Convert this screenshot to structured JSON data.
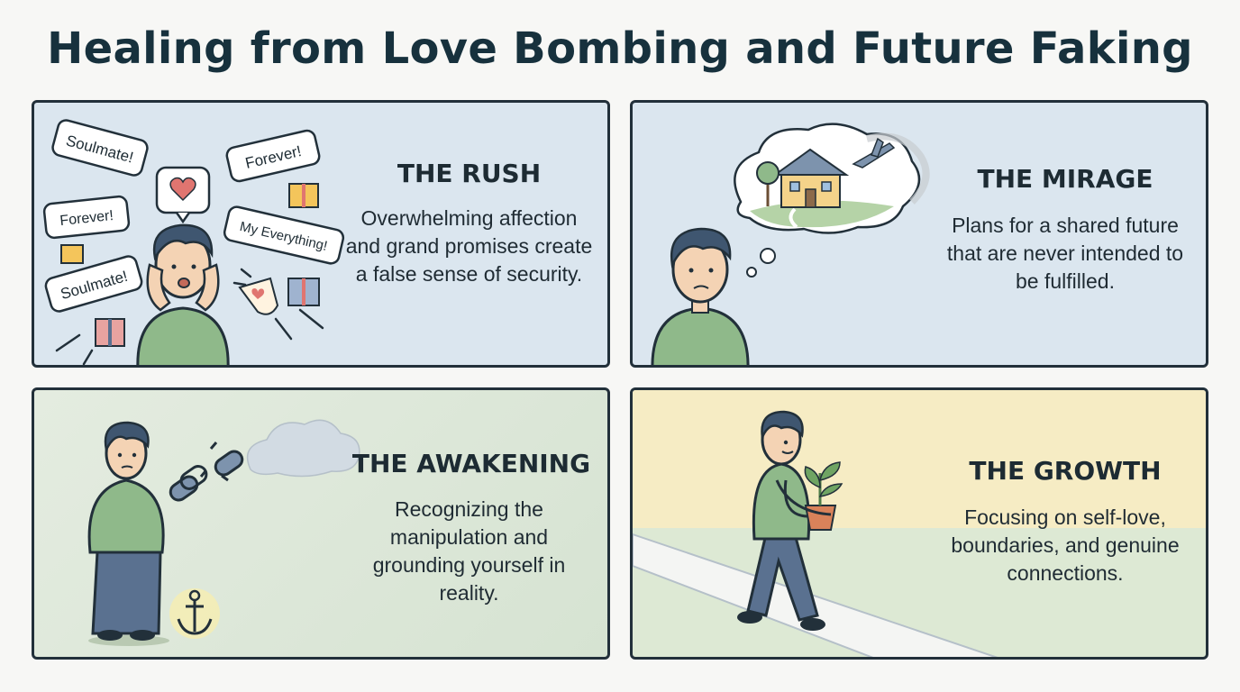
{
  "title": "Healing from Love Bombing and Future Faking",
  "panels": [
    {
      "heading": "THE RUSH",
      "body": "Overwhelming affection and grand promises create a false sense of security.",
      "bubbles": [
        "Soulmate!",
        "Forever!",
        "Forever!",
        "My Everything!",
        "Soulmate!"
      ]
    },
    {
      "heading": "THE MIRAGE",
      "body": "Plans for a shared future that are never intended to be fulfilled."
    },
    {
      "heading": "THE AWAKENING",
      "body": "Recognizing the manipulation and grounding yourself in reality."
    },
    {
      "heading": "THE GROWTH",
      "body": "Focusing on self-love, boundaries, and genuine connections."
    }
  ],
  "colors": {
    "panel_blue": "#dbe6ef",
    "panel_green": "#dde9d4",
    "panel_yellow": "#f6ecc4",
    "shirt": "#8fb98a",
    "pants": "#5a7190",
    "border": "#22303a"
  }
}
